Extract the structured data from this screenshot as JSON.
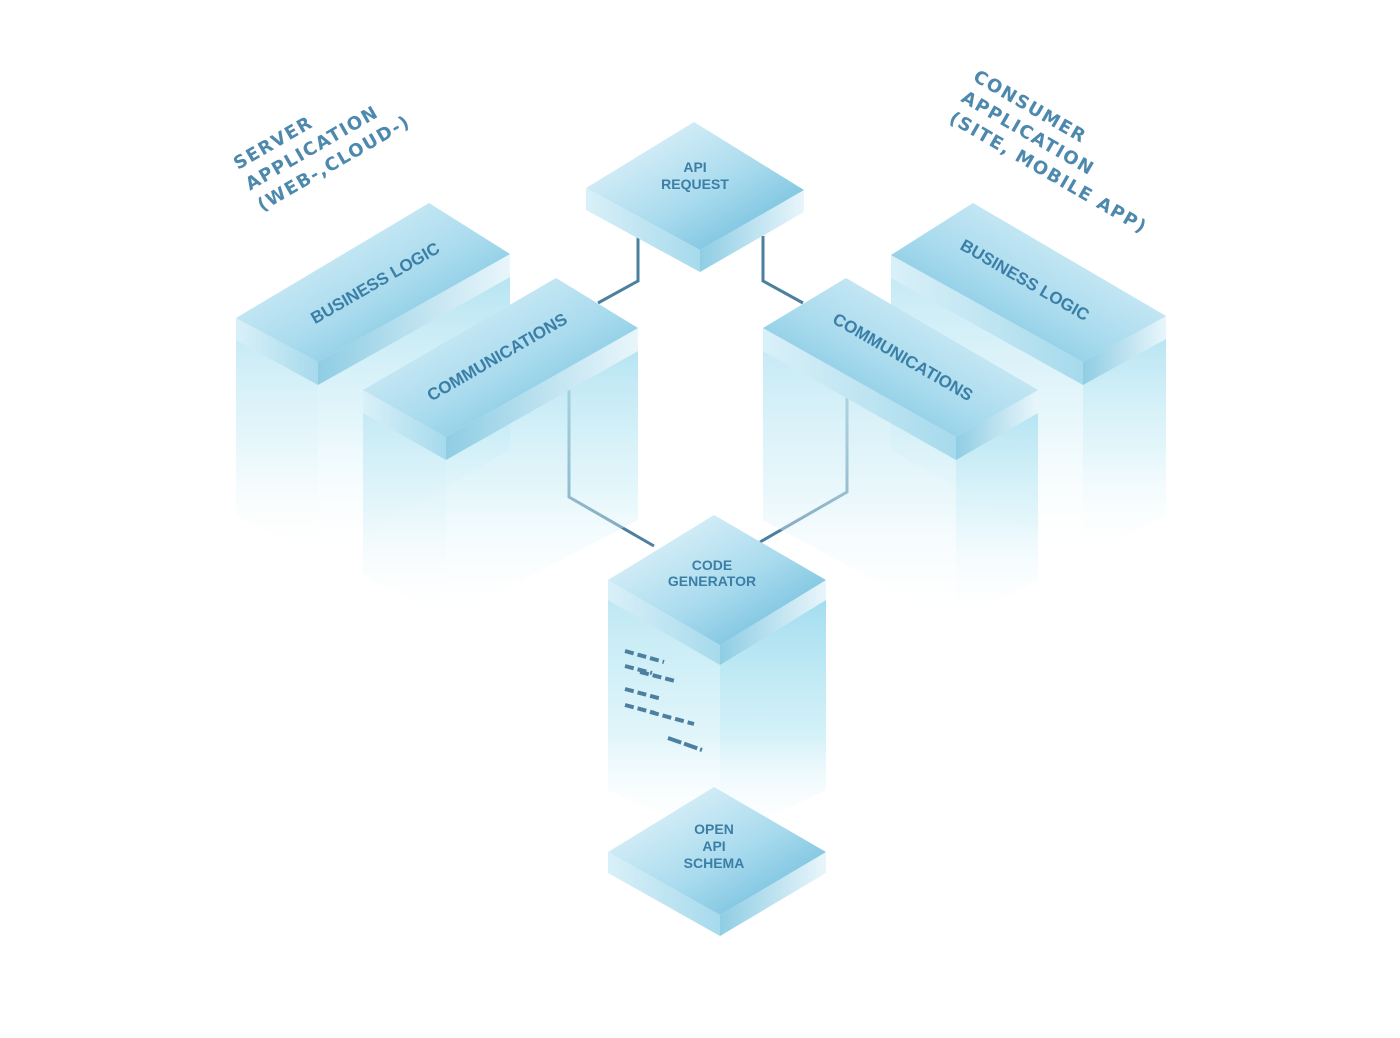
{
  "diagram": {
    "server_group": {
      "lines": [
        "SERVER",
        "APPLICATION",
        "(WEB-,CLOUD-)"
      ]
    },
    "consumer_group": {
      "lines": [
        "CONSUMER",
        "APPLICATION",
        "(SITE, MOBILE APP)"
      ]
    },
    "api_request": {
      "lines": [
        "API",
        "REQUEST"
      ]
    },
    "server_business_logic": "BUSINESS LOGIC",
    "server_communications": "COMMUNICATIONS",
    "consumer_business_logic": "BUSINESS LOGIC",
    "consumer_communications": "COMMUNICATIONS",
    "code_generator": {
      "lines": [
        "CODE",
        "GENERATOR"
      ]
    },
    "open_api_schema": {
      "lines": [
        "OPEN",
        "API",
        "SCHEMA"
      ]
    }
  },
  "colors": {
    "connector": "#4d7fa0",
    "label": "#3b7ea6",
    "group_label": "#4d88ad",
    "box_top_light": "#e4f4fb",
    "box_top_dark": "#6ec0dd",
    "box_side": "#bfe6f3",
    "code_lines": "#4d7fa0"
  },
  "icons": [
    "code-lines-icon"
  ]
}
